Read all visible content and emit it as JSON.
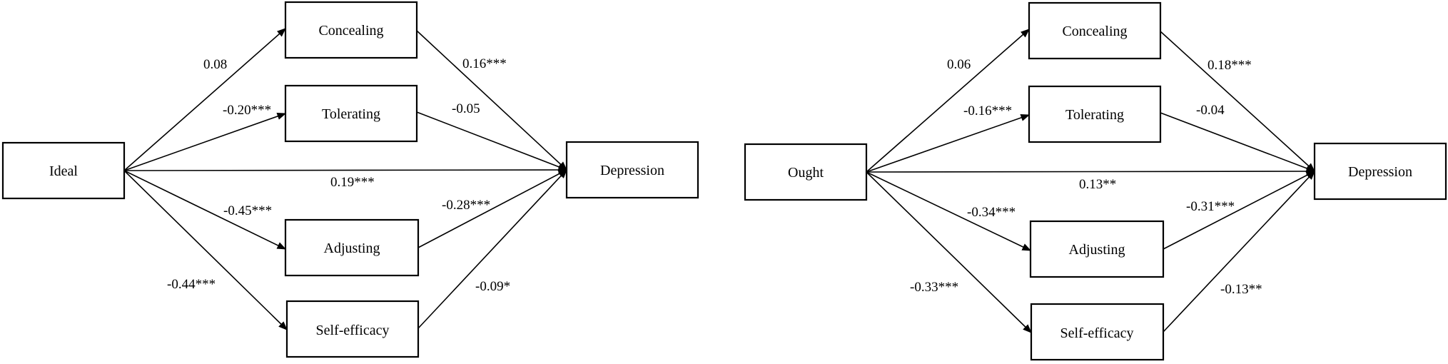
{
  "panels": [
    {
      "nodes": {
        "ideal": "Ideal",
        "concealing": "Concealing",
        "tolerating": "Tolerating",
        "adjusting": "Adjusting",
        "self_efficacy": "Self-efficacy",
        "depression": "Depression"
      },
      "coefficients": {
        "x_concealing": "0.08",
        "x_tolerating": "-0.20***",
        "x_depression": "0.19***",
        "x_adjusting": "-0.45***",
        "x_self_efficacy": "-0.44***",
        "concealing_depression": "0.16***",
        "tolerating_depression": "-0.05",
        "adjusting_depression": "-0.28***",
        "self_efficacy_depression": "-0.09*"
      }
    },
    {
      "nodes": {
        "ideal": "Ought",
        "concealing": "Concealing",
        "tolerating": "Tolerating",
        "adjusting": "Adjusting",
        "self_efficacy": "Self-efficacy",
        "depression": "Depression"
      },
      "coefficients": {
        "x_concealing": "0.06",
        "x_tolerating": "-0.16***",
        "x_depression": "0.13**",
        "x_adjusting": "-0.34***",
        "x_self_efficacy": "-0.33***",
        "concealing_depression": "0.18***",
        "tolerating_depression": "-0.04",
        "adjusting_depression": "-0.31***",
        "self_efficacy_depression": "-0.13**"
      }
    }
  ]
}
